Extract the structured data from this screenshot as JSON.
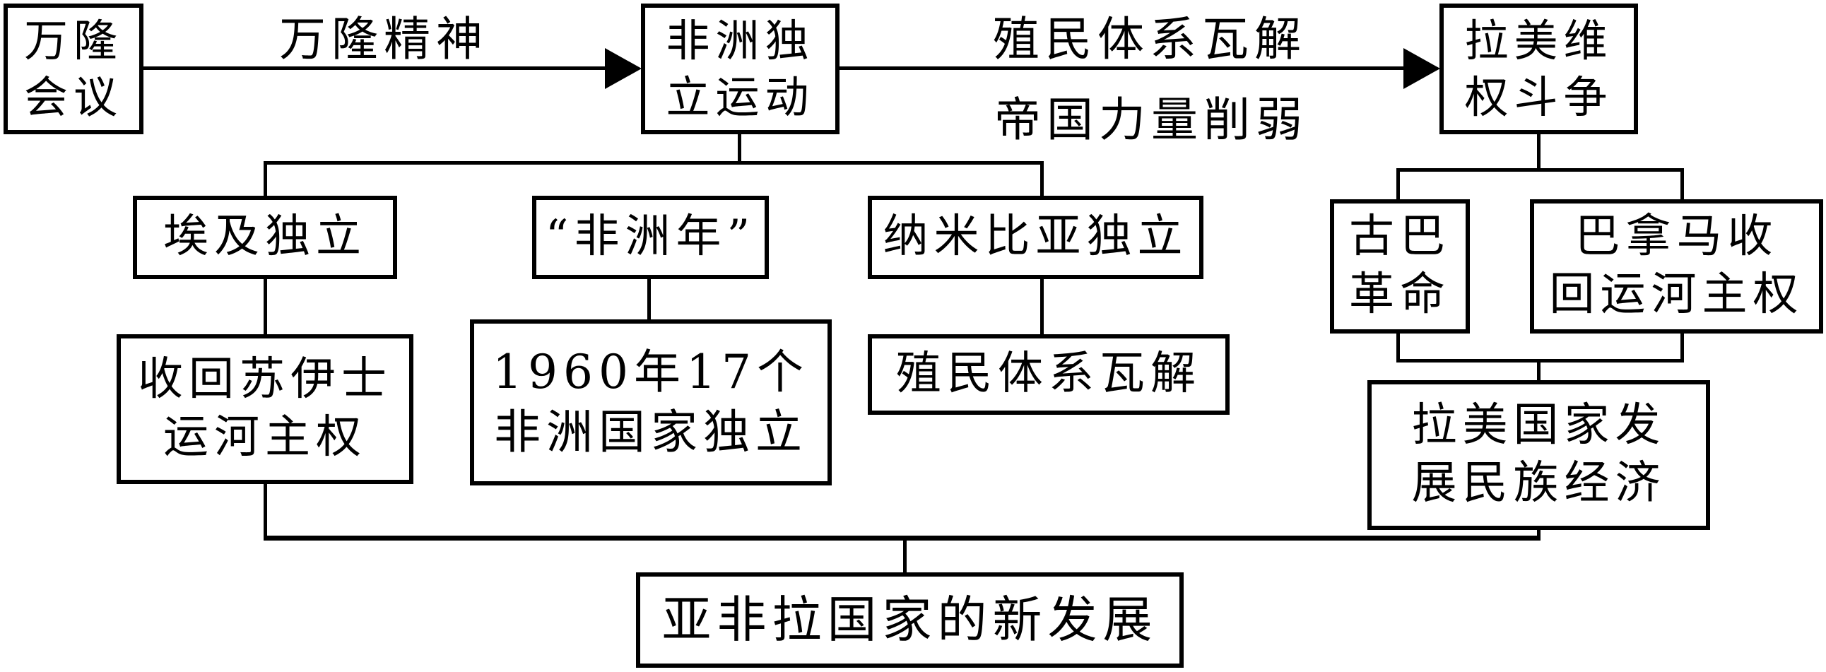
{
  "nodes": {
    "bandung": "万隆\n会议",
    "africa_movement": "非洲独\n立运动",
    "latam_struggle": "拉美维\n权斗争",
    "egypt": "埃及独立",
    "africa_year": "“非洲年”",
    "namibia": "纳米比亚独立",
    "cuba": "古巴\n革命",
    "panama": "巴拿马收\n回运河主权",
    "suez": "收回苏伊士\n运河主权",
    "year1960": "1960年17个\n非洲国家独立",
    "colonial_box": "殖民体系瓦解",
    "latam_econ": "拉美国家发\n展民族经济",
    "final": "亚非拉国家的新发展"
  },
  "edge_labels": {
    "bandung_spirit": "万隆精神",
    "colonial_collapse": "殖民体系瓦解",
    "imperial_weaken": "帝国力量削弱"
  },
  "colors": {
    "ink": "#000000",
    "background": "#ffffff"
  }
}
